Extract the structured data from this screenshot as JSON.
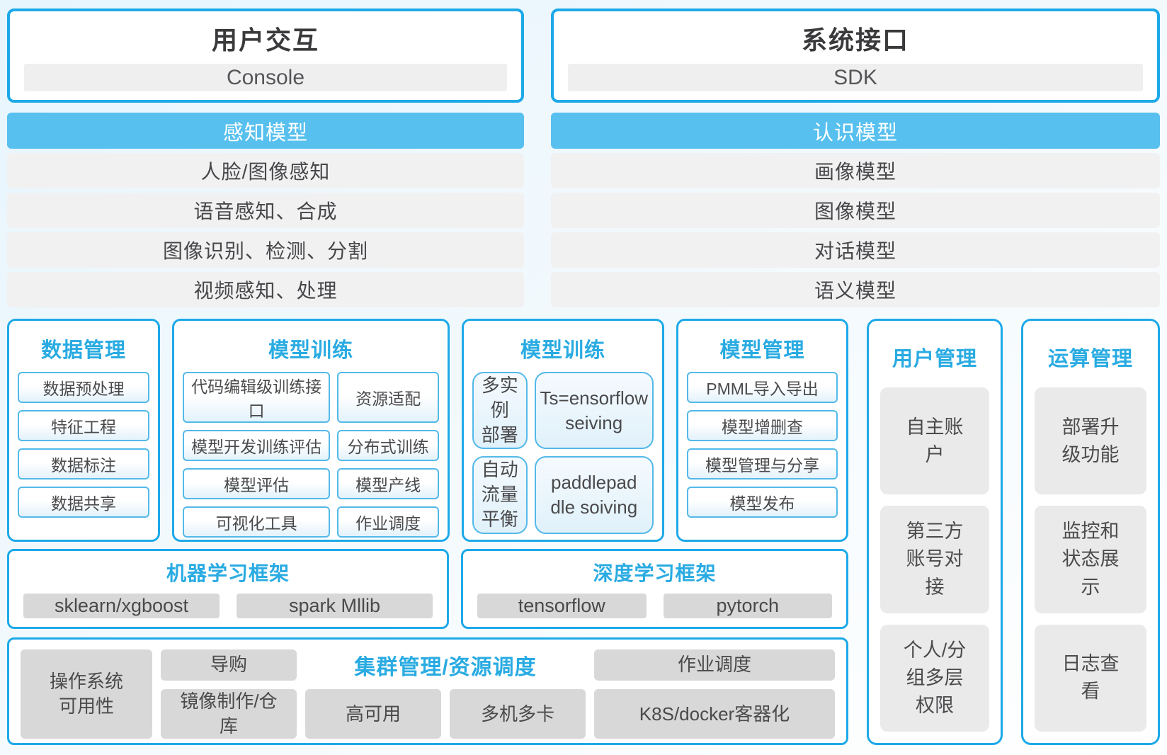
{
  "top_left": {
    "title": "用户交互",
    "item": "Console"
  },
  "top_right": {
    "title": "系统接口",
    "item": "SDK"
  },
  "perception": {
    "header": "感知模型",
    "rows": [
      "人脸/图像感知",
      "语音感知、合成",
      "图像识别、检测、分割",
      "视频感知、处理"
    ]
  },
  "cognition": {
    "header": "认识模型",
    "rows": [
      "画像模型",
      "图像模型",
      "对话模型",
      "语义模型"
    ]
  },
  "groups": {
    "data": {
      "title": "数据管理",
      "items": [
        "数据预处理",
        "特征工程",
        "数据标注",
        "数据共享"
      ]
    },
    "train1": {
      "title": "模型训练",
      "items": [
        "代码编辑级训练接口",
        "资源适配",
        "模型开发训练评估",
        "分布式训练",
        "模型评估",
        "模型产线",
        "可视化工具",
        "作业调度"
      ]
    },
    "train2": {
      "title": "模型训练",
      "items": [
        "多实例\n部署",
        "Ts=ensorflow\nseiving",
        "自动流量\n平衡",
        "paddlepad\ndle soiving"
      ]
    },
    "manage": {
      "title": "模型管理",
      "items": [
        "PMML导入导出",
        "模型增删查",
        "模型管理与分享",
        "模型发布"
      ]
    }
  },
  "frameworks": {
    "ml": {
      "title": "机器学习框架",
      "items": [
        "sklearn/xgboost",
        "spark Mllib"
      ]
    },
    "dl": {
      "title": "深度学习框架",
      "items": [
        "tensorflow",
        "pytorch"
      ]
    }
  },
  "cluster": {
    "title": "集群管理/资源调度",
    "os": "操作系统\n可用性",
    "daogou": "导购",
    "mirror": "镜像制作/仓\n库",
    "job": "作业调度",
    "ha": "高可用",
    "multi": "多机多卡",
    "k8s": "K8S/docker客器化"
  },
  "user_mgmt": {
    "title": "用户管理",
    "items": [
      "自主账\n户",
      "第三方\n账号对\n接",
      "个人/分\n组多层\n权限"
    ]
  },
  "ops_mgmt": {
    "title": "运算管理",
    "items": [
      "部署升\n级功能",
      "监控和\n状态展\n示",
      "日志查\n看"
    ]
  },
  "colors": {
    "accent_border": "#1da9e8",
    "header_fill": "#57c0ee",
    "title_blue": "#29abe2",
    "grey_row": "#f1f1f2",
    "grey_item": "#d8d8d8",
    "light_item": "#eaeaea"
  }
}
